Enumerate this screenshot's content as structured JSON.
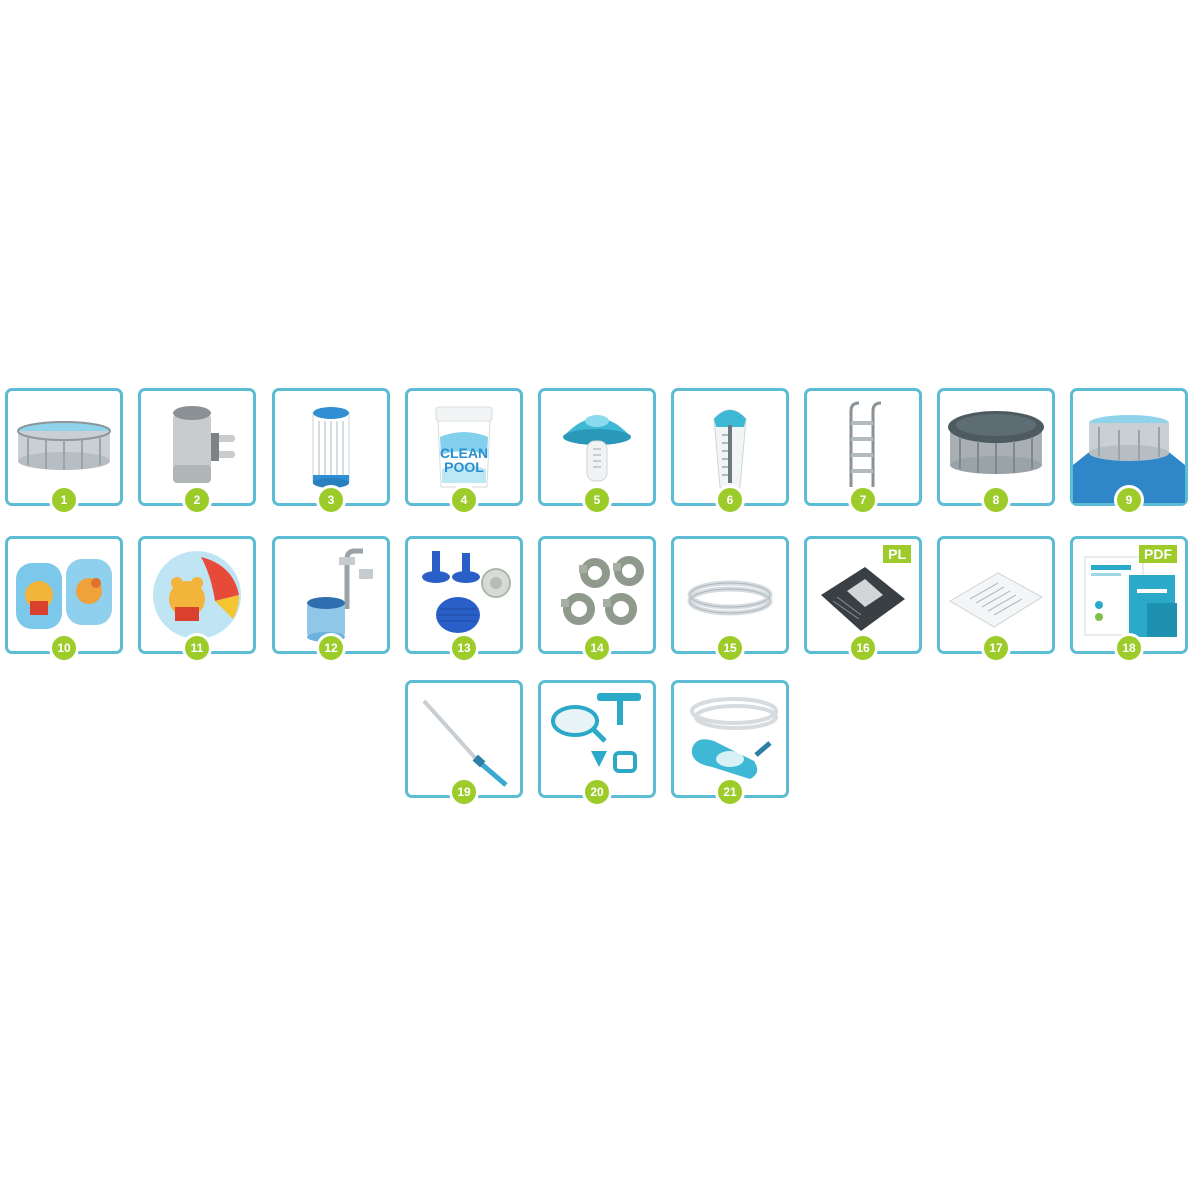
{
  "colors": {
    "border": "#5bbcd3",
    "badge": "#9ccb2a",
    "tag": "#9ccb2a"
  },
  "items": [
    {
      "num": "1",
      "icon": "above-ground-pool-icon"
    },
    {
      "num": "2",
      "icon": "filter-pump-icon"
    },
    {
      "num": "3",
      "icon": "filter-cartridge-icon"
    },
    {
      "num": "4",
      "icon": "chemical-tub-icon",
      "text_top": "CLEAN",
      "text_bottom": "POOL"
    },
    {
      "num": "5",
      "icon": "chemical-dispenser-icon"
    },
    {
      "num": "6",
      "icon": "pool-thermometer-icon"
    },
    {
      "num": "7",
      "icon": "pool-ladder-icon"
    },
    {
      "num": "8",
      "icon": "pool-cover-icon"
    },
    {
      "num": "9",
      "icon": "ground-cloth-icon"
    },
    {
      "num": "10",
      "icon": "arm-floats-icon"
    },
    {
      "num": "11",
      "icon": "beach-ball-icon"
    },
    {
      "num": "12",
      "icon": "surface-skimmer-icon"
    },
    {
      "num": "13",
      "icon": "pool-fittings-icon"
    },
    {
      "num": "14",
      "icon": "hose-clamps-icon"
    },
    {
      "num": "15",
      "icon": "hoses-icon"
    },
    {
      "num": "16",
      "icon": "manual-icon",
      "tag": "PL"
    },
    {
      "num": "17",
      "icon": "instructions-sheet-icon"
    },
    {
      "num": "18",
      "icon": "water-care-guide-icon",
      "tag": "PDF"
    },
    {
      "num": "19",
      "icon": "telescopic-pole-icon"
    },
    {
      "num": "20",
      "icon": "maintenance-kit-icon"
    },
    {
      "num": "21",
      "icon": "pool-vacuum-icon"
    }
  ]
}
